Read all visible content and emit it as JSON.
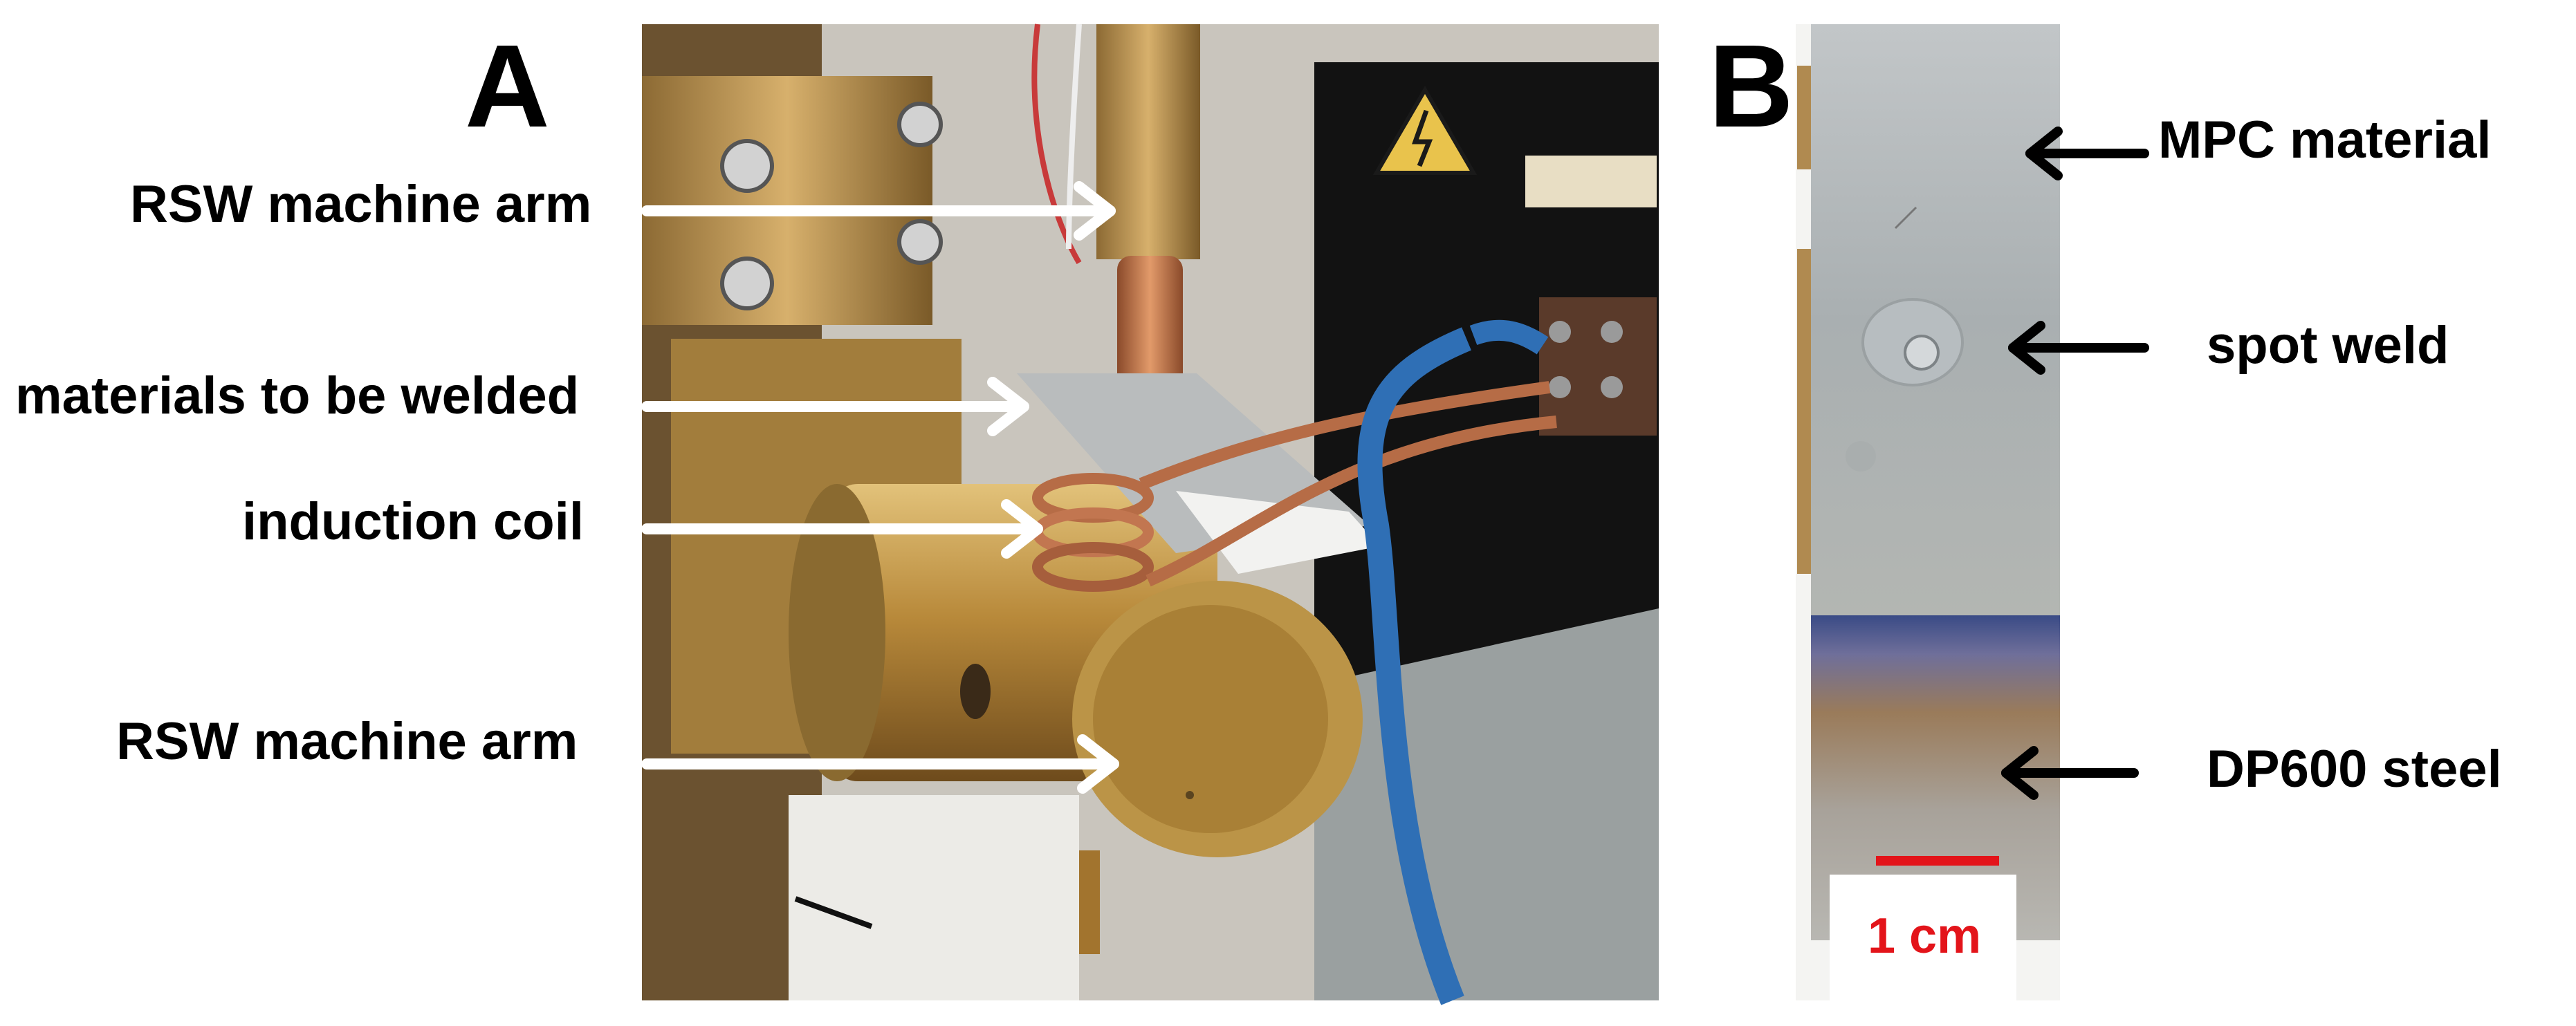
{
  "panels": {
    "a": {
      "letter": "A",
      "labels": [
        "RSW machine arm",
        "materials to be welded",
        "induction coil",
        "RSW machine arm"
      ]
    },
    "b": {
      "letter": "B",
      "labels": [
        "MPC material",
        "spot weld",
        "DP600 steel"
      ],
      "scale_bar": "1 cm"
    }
  },
  "colors": {
    "arrow_a": "#ffffff",
    "arrow_b": "#000000",
    "scale_bar": "#e3141a",
    "copper": "#c9794a",
    "brass": "#b8893a",
    "cable": "#2f6fb5"
  }
}
